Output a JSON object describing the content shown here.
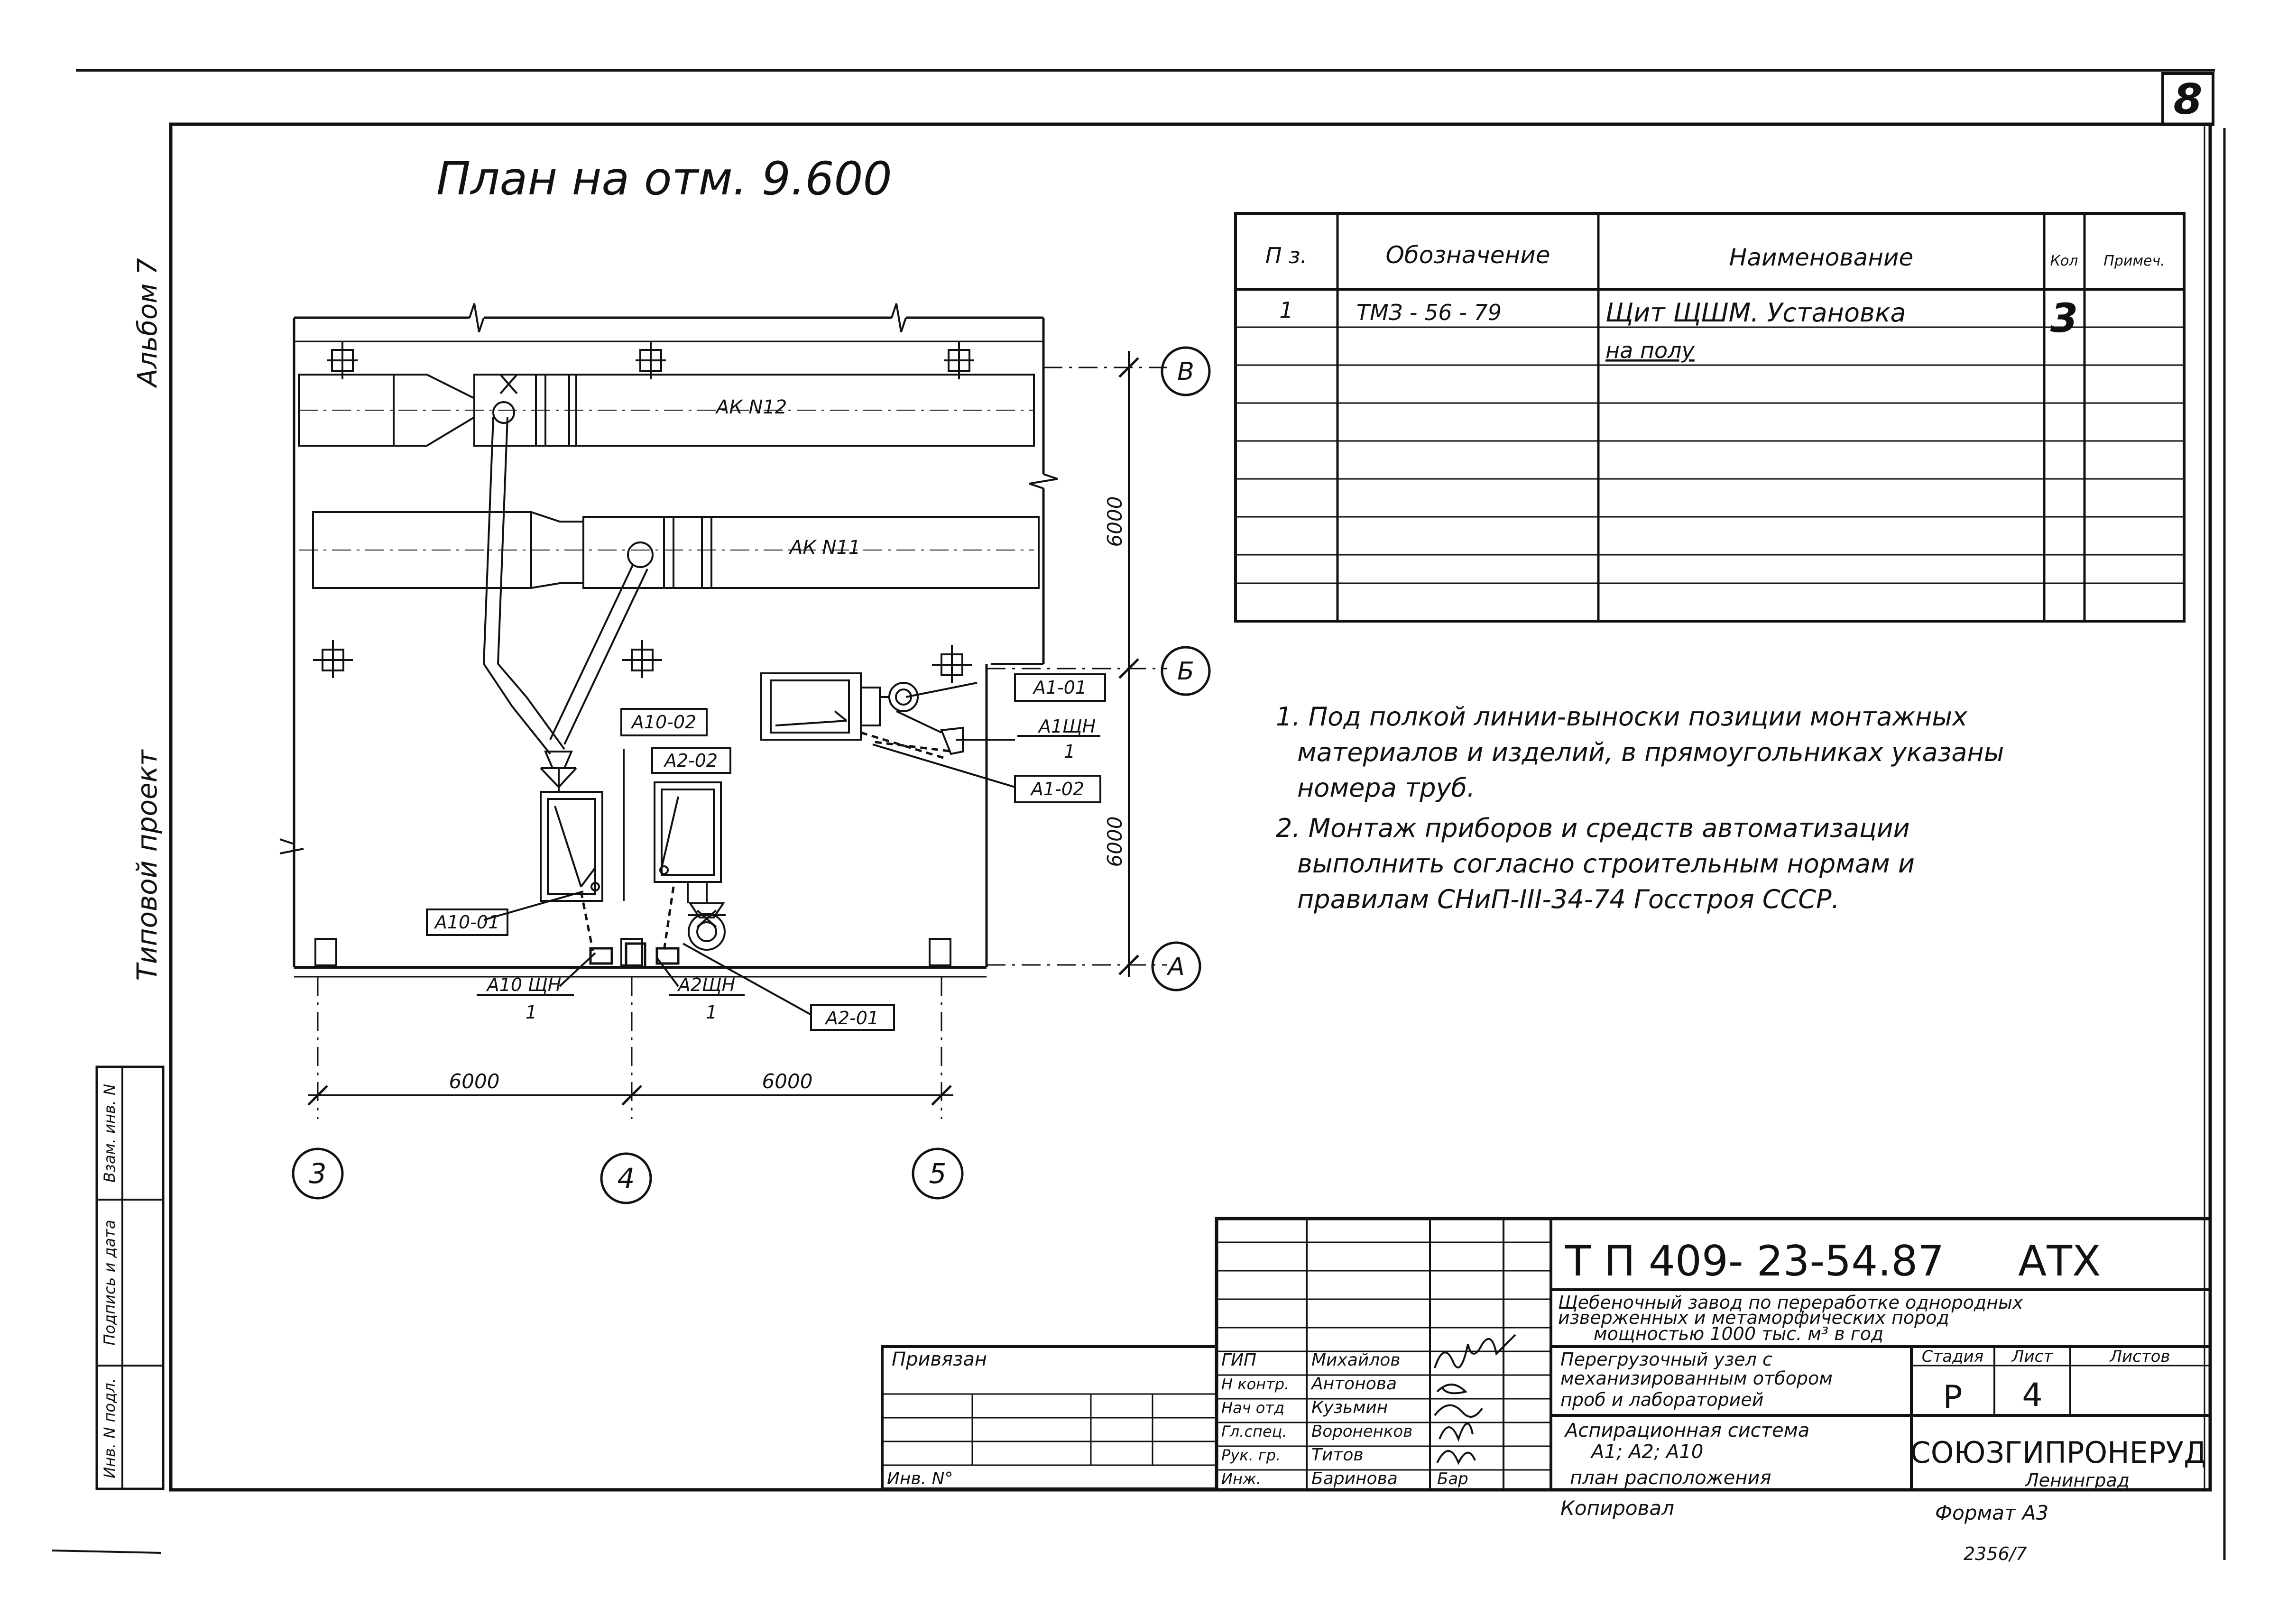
{
  "sheet_number": "8",
  "side": {
    "album": "Альбом 7",
    "typical_project": "Типовой проект",
    "stamp_cols": [
      "Инв. N подл.",
      "Подпись и дата",
      "Взам. инв. N"
    ]
  },
  "plan": {
    "title": "План на отм. 9.600",
    "duct_12": "АК N12",
    "duct_11": "АК N11",
    "dim_vert_top": "6000",
    "dim_vert_bottom": "6000",
    "dim_horiz_left": "6000",
    "dim_horiz_right": "6000",
    "axes": [
      "В",
      "Б",
      "А",
      "3",
      "4",
      "5"
    ],
    "tags": {
      "a1_01": "А1-01",
      "a1shn": "А1ЩН",
      "a1shn_n": "1",
      "a1_02": "А1-02",
      "a10_02": "А10-02",
      "a2_02": "А2-02",
      "a10_01": "А10-01",
      "a10shn": "А10 ЩН",
      "a10shn_n": "1",
      "a2shn": "А2ЩН",
      "a2shn_n": "1",
      "a2_01": "А2-01"
    }
  },
  "spec": {
    "headers": [
      "П з.",
      "Обозначение",
      "Наименование",
      "Кол",
      "Примеч."
    ],
    "rows": [
      {
        "pos": "1",
        "code": "ТМЗ - 56 - 79",
        "name": "Щит ЩШМ. Установка",
        "qty": "3",
        "note": ""
      },
      {
        "pos": "",
        "code": "",
        "name": "на полу",
        "qty": "",
        "note": ""
      }
    ]
  },
  "notes": [
    "1. Под полкой линии-выноски позиции монтажных",
    "материалов и изделий, в прямоугольниках указаны",
    "номера труб.",
    "2. Монтаж приборов и средств автоматизации",
    "выполнить согласно строительным нормам и",
    "правилам СНиП-III-34-74 Госстроя СССР."
  ],
  "title_block": {
    "doc_code": "Т П 409- 23-54.87",
    "doc_suffix": "АТХ",
    "project_l1": "Щебеночный завод по переработке однородных",
    "project_l2": "изверженных и метаморфических пород",
    "project_l3": "мощностью 1000 тыс. м³ в год",
    "privyazan": "Привязан",
    "inv_no": "Инв. N°",
    "roles": [
      "ГИП",
      "Н контр.",
      "Нач отд",
      "Гл.спец.",
      "Рук. гр.",
      "Инж."
    ],
    "names": [
      "Михайлов",
      "Антонова",
      "Кузьмин",
      "Вороненков",
      "Титов",
      "Баринова"
    ],
    "sig_last": "Бар",
    "object_l1": "Перегрузочный узел с",
    "object_l2": "механизированным отбором",
    "object_l3": "проб и лабораторией",
    "stadiya_h": "Стадия",
    "list_h": "Лист",
    "listov_h": "Листов",
    "stadiya": "Р",
    "list": "4",
    "sheet_title_l1": "Аспирационная система",
    "sheet_title_l2": "А1; А2; А10",
    "sheet_title_l3": "план расположения",
    "org": "СОЮЗГИПРОНЕРУД",
    "city": "Ленинград"
  },
  "footer": {
    "kopiroval": "Копировал",
    "format": "Формат А3",
    "code": "2356/7"
  }
}
